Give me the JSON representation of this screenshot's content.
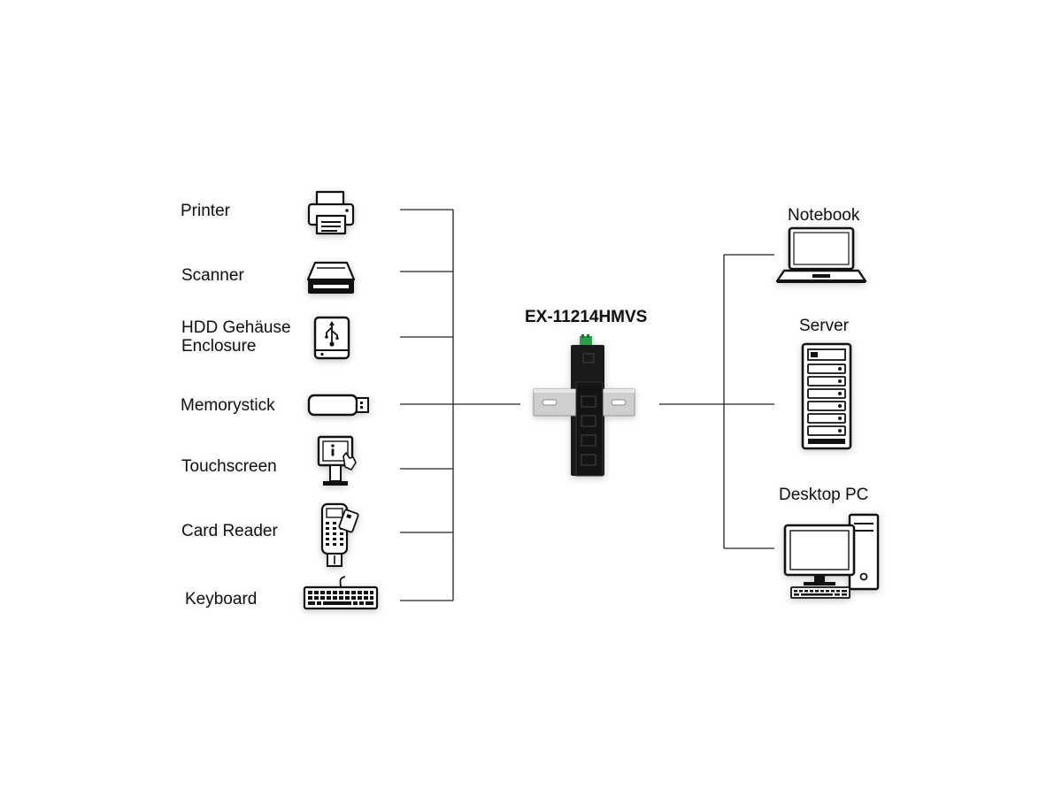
{
  "device": {
    "model": "EX-11214HMVS"
  },
  "peripherals": [
    {
      "label": "Printer",
      "icon": "printer-icon"
    },
    {
      "label": "Scanner",
      "icon": "scanner-icon"
    },
    {
      "label": "HDD Gehäuse\nEnclosure",
      "icon": "hdd-enclosure-icon"
    },
    {
      "label": "Memorystick",
      "icon": "usb-stick-icon"
    },
    {
      "label": "Touchscreen",
      "icon": "touchscreen-kiosk-icon"
    },
    {
      "label": "Card Reader",
      "icon": "card-reader-icon"
    },
    {
      "label": "Keyboard",
      "icon": "keyboard-icon"
    }
  ],
  "hosts": [
    {
      "label": "Notebook",
      "icon": "notebook-icon"
    },
    {
      "label": "Server",
      "icon": "server-icon"
    },
    {
      "label": "Desktop PC",
      "icon": "desktop-pc-icon"
    }
  ],
  "colors": {
    "line": "#222222",
    "device": "#1a1a1a",
    "terminal": "#2e9e4a",
    "rail": "#c8c8c8"
  }
}
